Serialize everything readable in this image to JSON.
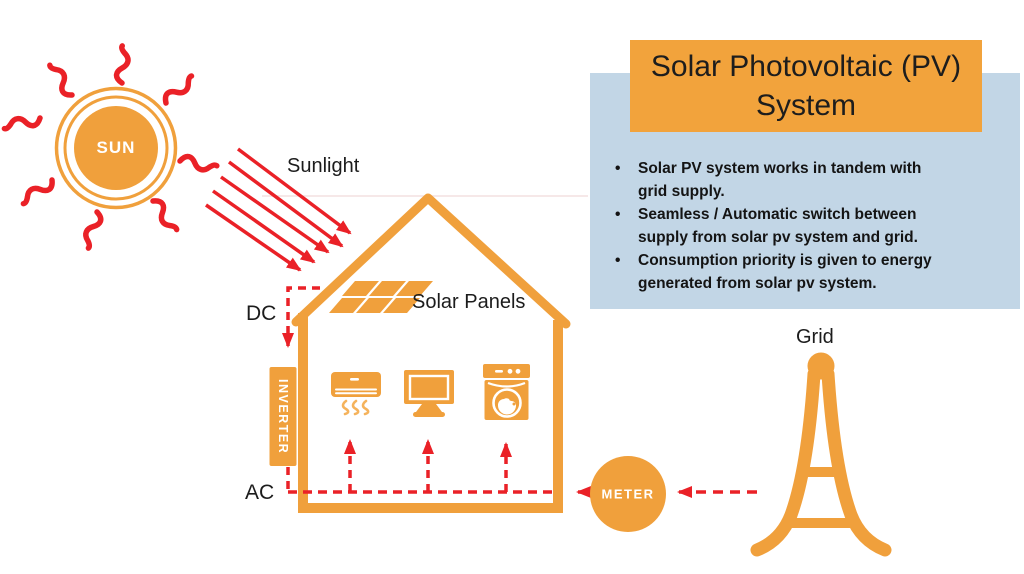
{
  "title_box": {
    "line1": "Solar Photovoltaic (PV)",
    "line2": "System"
  },
  "info_box": {
    "bullets": [
      {
        "lines": [
          "Solar PV system works in tandem with",
          "grid supply."
        ]
      },
      {
        "lines": [
          "Seamless / Automatic switch between",
          "supply from solar pv system and grid."
        ]
      },
      {
        "lines": [
          "Consumption priority is given to energy",
          "generated from solar pv system."
        ]
      }
    ]
  },
  "labels": {
    "sun": "SUN",
    "sunlight": "Sunlight",
    "solar_panels": "Solar Panels",
    "dc": "DC",
    "ac": "AC",
    "inverter": "INVERTER",
    "meter": "METER",
    "grid": "Grid"
  },
  "icons": [
    "sun-icon",
    "sunlight-arrows-icon",
    "house-icon",
    "solar-panels-icon",
    "inverter-box-icon",
    "air-conditioner-icon",
    "tv-icon",
    "washing-machine-icon",
    "meter-icon",
    "grid-tower-icon",
    "dashed-power-flow-lines"
  ],
  "colors": {
    "orange": "#f0a03c",
    "orange_light": "#f5b35c",
    "red": "#ea2127",
    "info_box_bg": "#c2d6e6",
    "title_box_bg": "#f2a33c",
    "text": "#1c1c1c",
    "white": "#ffffff"
  }
}
